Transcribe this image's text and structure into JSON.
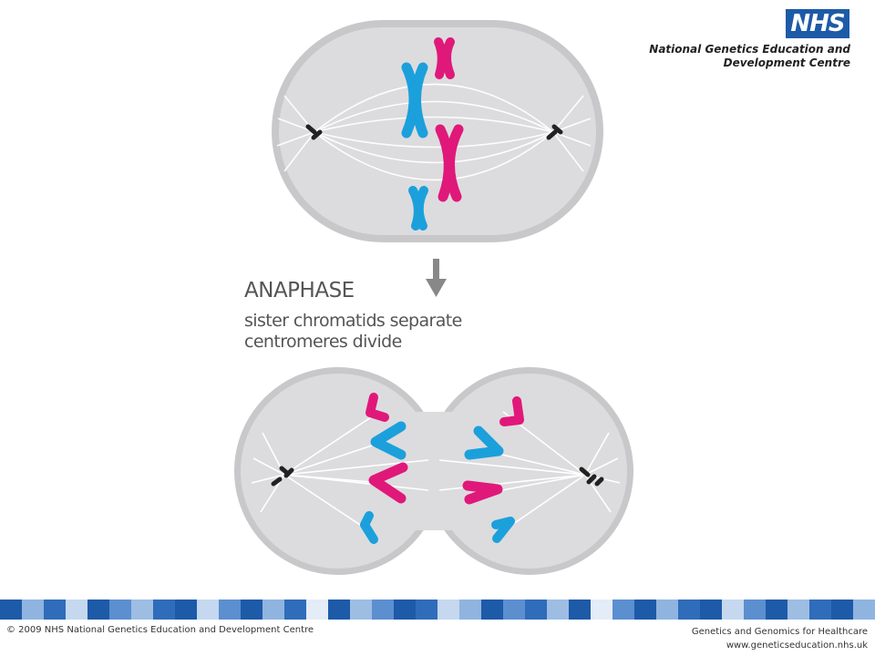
{
  "logo": {
    "brand": "NHS",
    "line1": "National Genetics Education and",
    "line2": "Development Centre"
  },
  "phase": {
    "title": "ANAPHASE",
    "line1": "sister chromatids separate",
    "line2": "centromeres divide"
  },
  "footer": {
    "left": "© 2009 NHS National Genetics Education and Development Centre",
    "right_line1": "Genetics and Genomics for Healthcare",
    "right_line2": "www.geneticseducation.nhs.uk"
  },
  "colors": {
    "chromosome_pink": "#e0187a",
    "chromosome_blue": "#1ba0dc",
    "cell_fill": "#dcdcde",
    "cell_outline": "#c8c8cb",
    "brand_blue": "#1d5aa8"
  },
  "footer_stripes": [
    "#1d5aa8",
    "#8fb4df",
    "#2f6cb9",
    "#c5d8ef",
    "#1d5aa8",
    "#5b8fd0",
    "#9dbde3",
    "#2f6cb9",
    "#1d5aa8",
    "#c5d8ef",
    "#5b8fd0",
    "#1d5aa8",
    "#8fb4df",
    "#2f6cb9",
    "#e4ecf7",
    "#1d5aa8",
    "#9dbde3",
    "#5b8fd0",
    "#1d5aa8",
    "#2f6cb9",
    "#c5d8ef",
    "#8fb4df",
    "#1d5aa8",
    "#5b8fd0",
    "#2f6cb9",
    "#9dbde3",
    "#1d5aa8",
    "#e4ecf7",
    "#5b8fd0",
    "#1d5aa8",
    "#8fb4df",
    "#2f6cb9",
    "#1d5aa8",
    "#c5d8ef",
    "#5b8fd0",
    "#1d5aa8",
    "#9dbde3",
    "#2f6cb9",
    "#1d5aa8",
    "#8fb4df"
  ]
}
